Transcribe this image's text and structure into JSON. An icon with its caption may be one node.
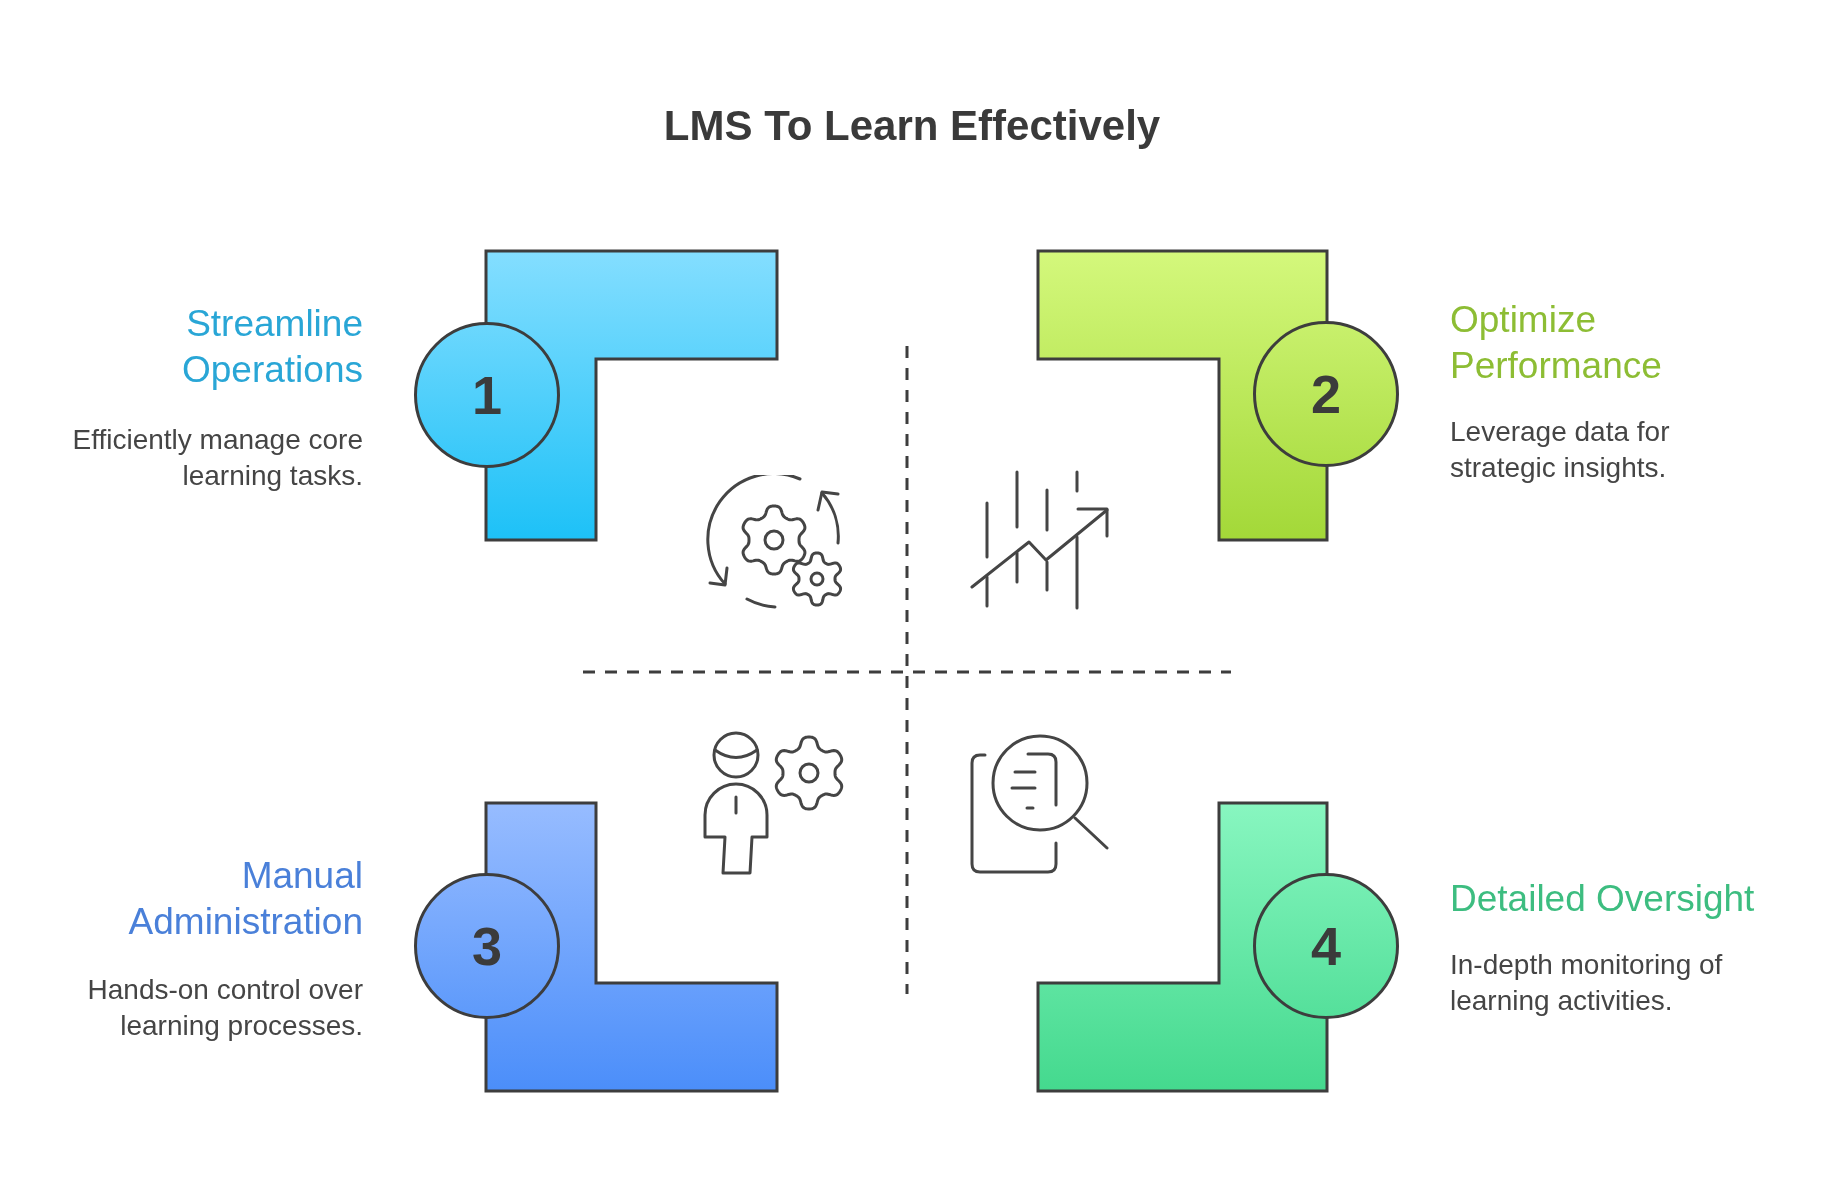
{
  "diagram": {
    "title": "LMS To Learn Effectively",
    "nodes": [
      {
        "text": [
          "1"
        ],
        "beside": [
          "Streamline Operations",
          "Efficiently manage core learning tasks."
        ]
      },
      {
        "text": [
          "2"
        ],
        "beside": [
          "Optimize Performance",
          "Leverage data for strategic insights."
        ]
      },
      {
        "text": [
          "3"
        ],
        "beside": [
          "Manual Administration",
          "Hands-on control over learning processes."
        ]
      },
      {
        "text": [
          "4"
        ],
        "beside": [
          "Detailed Oversight",
          "In-depth monitoring of learning activities."
        ]
      }
    ]
  }
}
